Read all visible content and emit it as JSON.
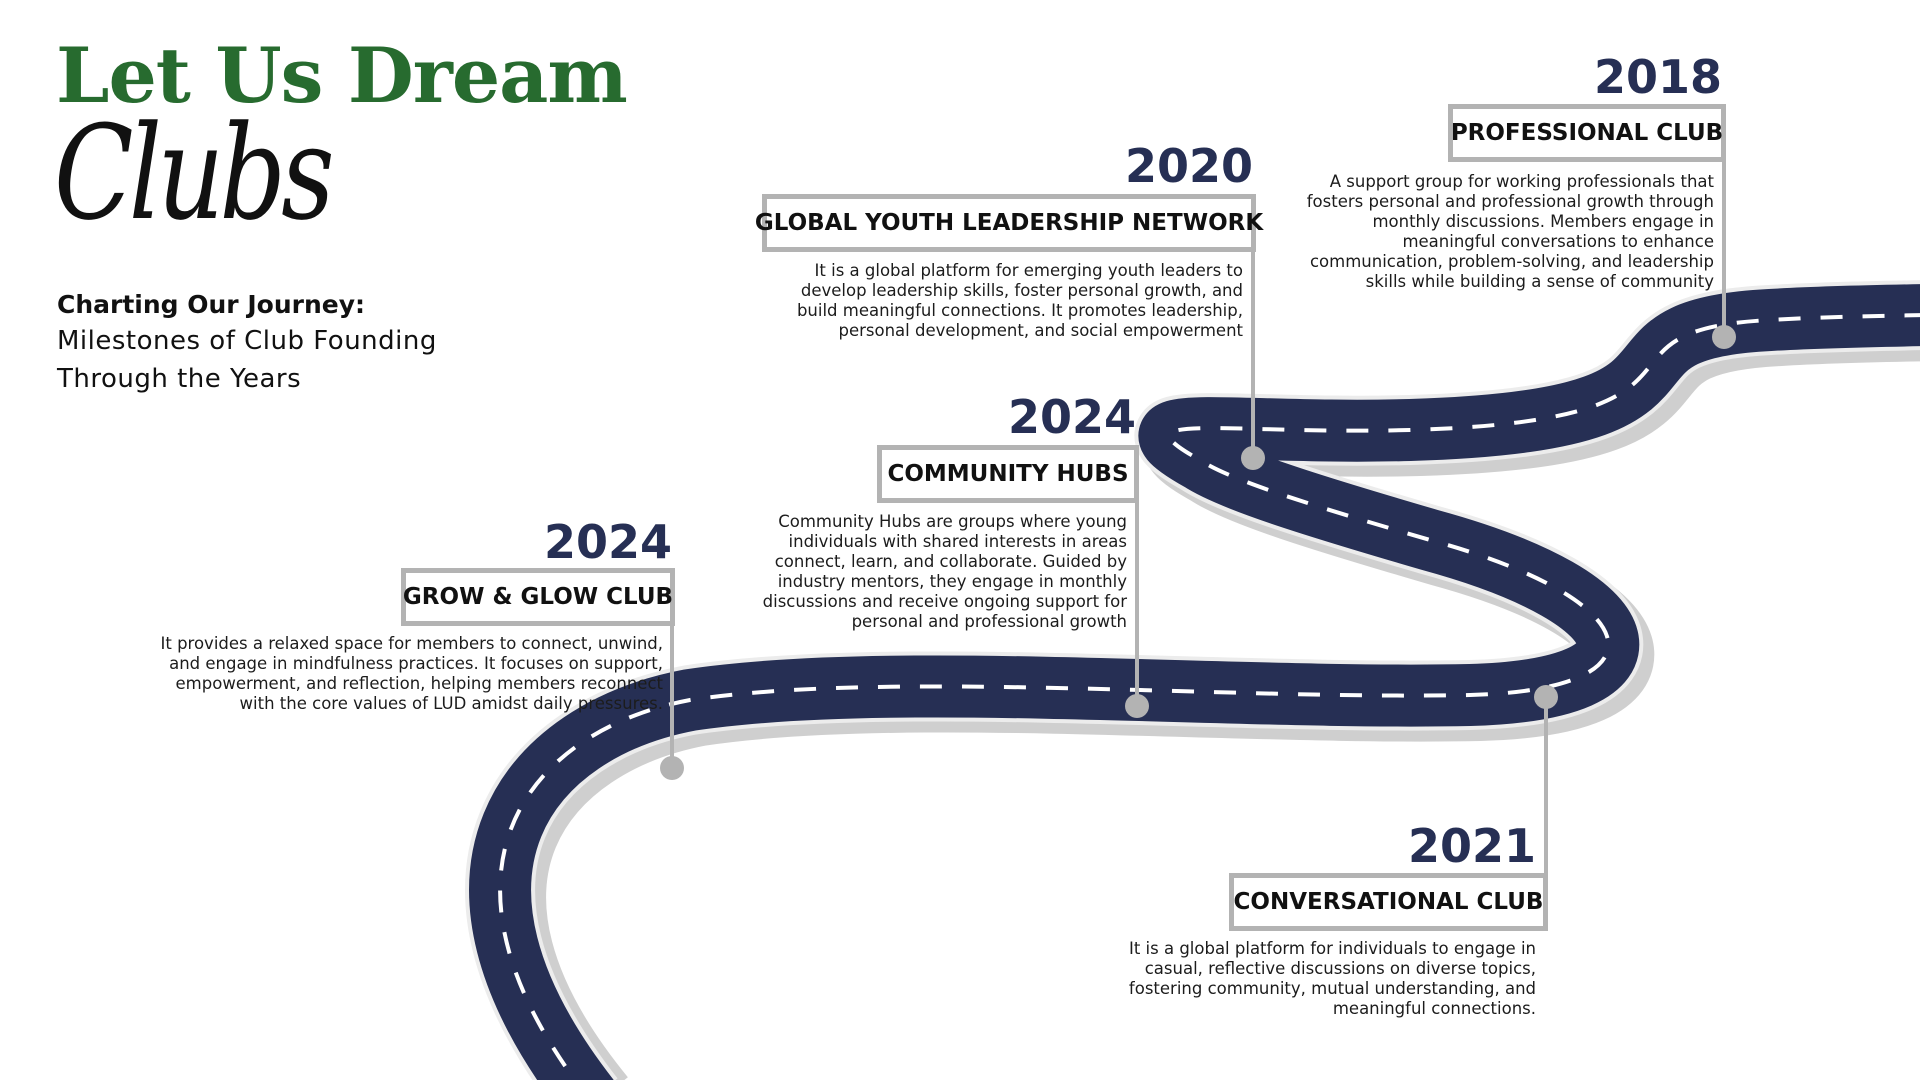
{
  "header": {
    "title": "Let Us Dream",
    "script_word": "Clubs",
    "subtitle_bold": "Charting Our Journey:",
    "subtitle_line1": "Milestones of Club Founding",
    "subtitle_line2": "Through the Years"
  },
  "colors": {
    "title_green": "#276b2f",
    "navy": "#262f54",
    "road_edge": "#cfcfcf",
    "connector_gray": "#b3b3b3"
  },
  "milestones": [
    {
      "year": "2018",
      "name": "PROFESSIONAL CLUB",
      "description": "A support group for working professionals that fosters personal and professional growth through monthly discussions. Members engage in meaningful conversations to enhance communication, problem-solving, and leadership skills while building a sense of community"
    },
    {
      "year": "2020",
      "name": "GLOBAL YOUTH LEADERSHIP NETWORK",
      "description": "It is a global platform for emerging youth leaders to develop leadership skills, foster personal growth, and build meaningful connections. It promotes leadership, personal development, and social empowerment"
    },
    {
      "year": "2024",
      "name": "COMMUNITY HUBS",
      "description": "Community Hubs are groups where young individuals with shared interests in areas connect, learn, and collaborate. Guided by industry mentors, they engage in monthly discussions and receive ongoing support for personal and professional growth"
    },
    {
      "year": "2024",
      "name": "GROW & GLOW CLUB",
      "description": "It provides a relaxed space for members to connect, unwind, and engage in mindfulness practices. It focuses on support, empowerment, and reflection, helping members reconnect with the core values of LUD amidst daily pressures."
    },
    {
      "year": "2021",
      "name": "CONVERSATIONAL CLUB",
      "description": "It is a global platform for individuals to engage in casual, reflective discussions on diverse topics, fostering community, mutual understanding, and meaningful connections."
    }
  ]
}
